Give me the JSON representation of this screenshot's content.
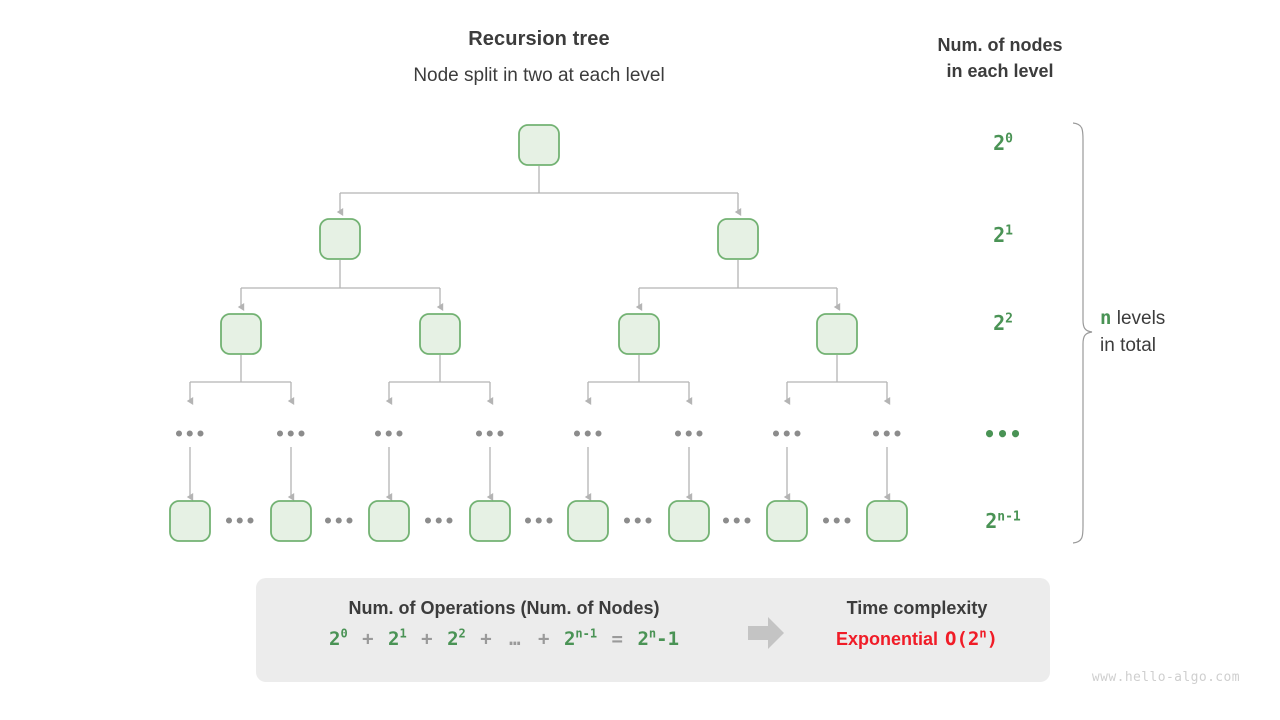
{
  "header": {
    "title": "Recursion tree",
    "subtitle": "Node split in two at each level",
    "right_column_line1": "Num. of nodes",
    "right_column_line2": "in each level"
  },
  "levels": [
    {
      "id": "level-0",
      "count_base": "2",
      "count_exp": "0",
      "nodes": 1
    },
    {
      "id": "level-1",
      "count_base": "2",
      "count_exp": "1",
      "nodes": 2
    },
    {
      "id": "level-2",
      "count_base": "2",
      "count_exp": "2",
      "nodes": 4
    },
    {
      "id": "level-ellipsis",
      "count_base": "",
      "count_exp": "",
      "ellipsis": "•••",
      "nodes": 8
    },
    {
      "id": "level-last",
      "count_base": "2",
      "count_exp": "n-1",
      "nodes": 8
    }
  ],
  "brace": {
    "variable": "n",
    "text_line1": "levels",
    "text_line2": "in total"
  },
  "tree": {
    "inner_ellipsis": "•••",
    "between_ellipsis": "•••"
  },
  "summary": {
    "operations_title": "Num. of Operations (Num. of Nodes)",
    "formula": {
      "term1_base": "2",
      "term1_exp": "0",
      "plus1": "+",
      "term2_base": "2",
      "term2_exp": "1",
      "plus2": "+",
      "term3_base": "2",
      "term3_exp": "2",
      "plus3": "+",
      "dots": "…",
      "plus4": "+",
      "term4_base": "2",
      "term4_exp": "n-1",
      "equals": "=",
      "result_base": "2",
      "result_exp": "n",
      "result_tail": "-1"
    },
    "complexity_title": "Time complexity",
    "complexity_word": "Exponential",
    "complexity_bigo_prefix": "O(2",
    "complexity_bigo_exp": "n",
    "complexity_bigo_suffix": ")",
    "arrow_icon": "right-arrow-icon"
  },
  "footer": {
    "watermark": "www.hello-algo.com"
  },
  "colors": {
    "node_fill": "#e6f1e4",
    "node_stroke": "#73b273",
    "connector": "#b4b4b4",
    "green_text": "#4a9355",
    "red_text": "#f01c27",
    "panel_bg": "#ececec",
    "dark_text": "#3c3c3c",
    "gray_dots": "#8c8c8c"
  }
}
